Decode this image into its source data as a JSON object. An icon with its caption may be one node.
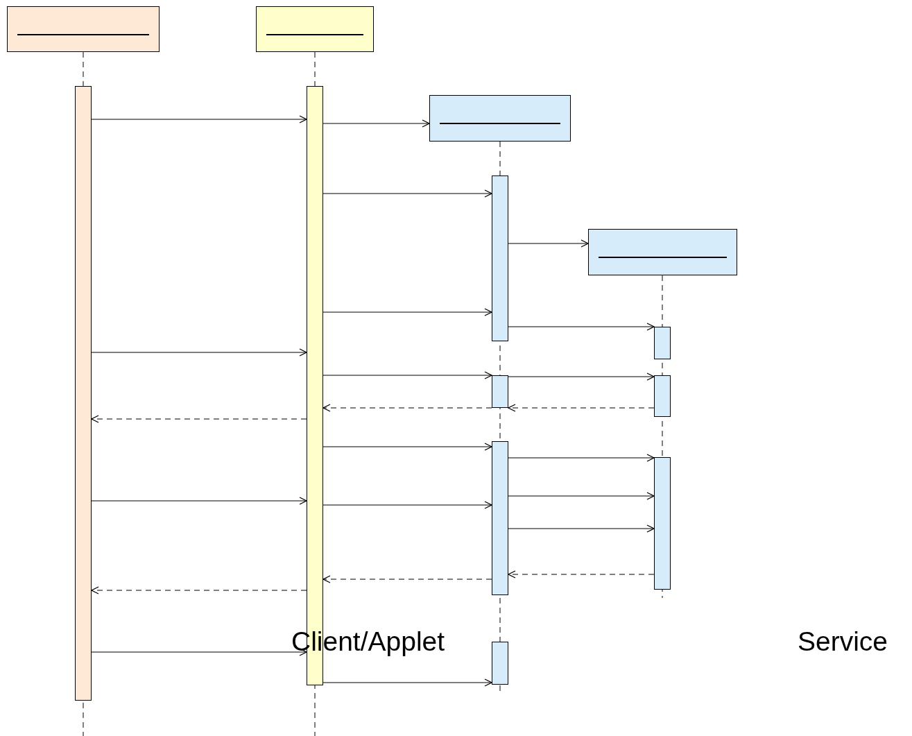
{
  "diagram": {
    "nodes": [
      {
        "text": [],
        "shape": "box"
      },
      {
        "text": [],
        "shape": "box"
      },
      {
        "text": [],
        "shape": "box"
      },
      {
        "text": [],
        "shape": "box"
      },
      {
        "text": [],
        "shape": "bar"
      },
      {
        "text": [],
        "shape": "bar"
      },
      {
        "text": [],
        "shape": "bar"
      },
      {
        "text": [],
        "shape": "bar"
      },
      {
        "text": [],
        "shape": "bar"
      },
      {
        "text": [],
        "shape": "bar"
      },
      {
        "text": [],
        "shape": "bar"
      },
      {
        "text": [],
        "shape": "bar"
      },
      {
        "text": [],
        "shape": "bar"
      }
    ],
    "edges": [
      {
        "from": 4,
        "to": 5,
        "arrow": "to"
      },
      {
        "from": 5,
        "to": 2,
        "arrow": "to"
      },
      {
        "from": 5,
        "to": 6,
        "arrow": "to"
      },
      {
        "from": 6,
        "to": 3,
        "arrow": "to"
      },
      {
        "from": 5,
        "to": 6,
        "arrow": "to"
      },
      {
        "from": 6,
        "to": 7,
        "arrow": "to"
      },
      {
        "from": 4,
        "to": 5,
        "arrow": "to"
      },
      {
        "from": 5,
        "to": 8,
        "arrow": "to"
      },
      {
        "from": 8,
        "to": 9,
        "arrow": "to"
      },
      {
        "from": 9,
        "to": 8,
        "arrow": "to",
        "style": "dashed"
      },
      {
        "from": 8,
        "to": 5,
        "arrow": "to",
        "style": "dashed"
      },
      {
        "from": 5,
        "to": 4,
        "arrow": "to",
        "style": "dashed"
      },
      {
        "from": 5,
        "to": 10,
        "arrow": "to"
      },
      {
        "from": 10,
        "to": 11,
        "arrow": "to"
      },
      {
        "from": 10,
        "to": 11,
        "arrow": "to"
      },
      {
        "from": 4,
        "to": 5,
        "arrow": "to"
      },
      {
        "from": 5,
        "to": 10,
        "arrow": "to"
      },
      {
        "from": 10,
        "to": 11,
        "arrow": "to"
      },
      {
        "from": 11,
        "to": 10,
        "arrow": "to",
        "style": "dashed"
      },
      {
        "from": 10,
        "to": 5,
        "arrow": "to",
        "style": "dashed"
      },
      {
        "from": 5,
        "to": 4,
        "arrow": "to",
        "style": "dashed"
      },
      {
        "from": 4,
        "to": 5,
        "arrow": "to"
      },
      {
        "from": 5,
        "to": 12,
        "arrow": "to"
      }
    ],
    "labels": [
      "Client/Applet",
      "Service"
    ]
  }
}
